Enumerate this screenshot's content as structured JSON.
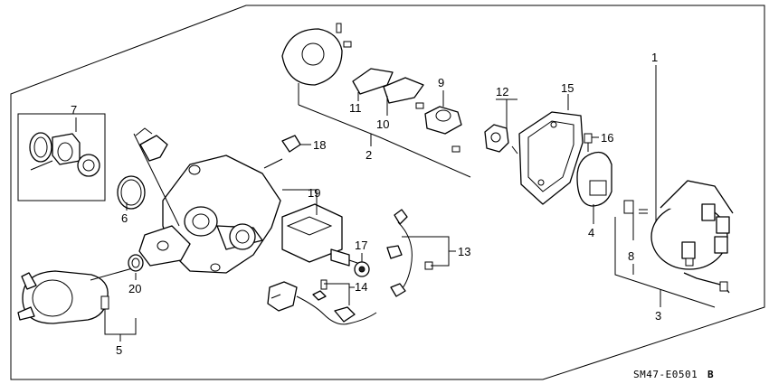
{
  "callouts": {
    "c1": "1",
    "c2": "2",
    "c3": "3",
    "c4": "4",
    "c5": "5",
    "c6": "6",
    "c7": "7",
    "c8": "8",
    "c9": "9",
    "c10": "10",
    "c11": "11",
    "c12": "12",
    "c13": "13",
    "c14": "14",
    "c15": "15",
    "c16": "16",
    "c17": "17",
    "c18": "18",
    "c19": "19",
    "c20": "20"
  },
  "diagram_code": "SM47-E0501",
  "diagram_code_suffix": "B"
}
